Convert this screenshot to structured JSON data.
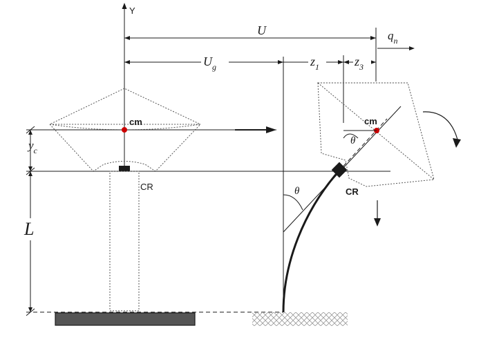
{
  "labels": {
    "y_axis": "Y",
    "U": "U",
    "q": "q",
    "q_sub": "n",
    "Ug": "U",
    "Ug_sub": "g",
    "z1": "z",
    "z1_sub": "1",
    "z3": "z",
    "z3_sub": "3",
    "cm_left": "cm",
    "cm_right": "cm",
    "yc": "y",
    "yc_sub": "c",
    "L": "L",
    "CR_left": "CR",
    "CR_right": "CR",
    "theta_upper": "θ",
    "theta_lower": "θ"
  },
  "colors": {
    "line": "#1a1a1a",
    "dotted": "#555555",
    "cm_dot": "#cc0000",
    "base_fill": "#555555",
    "ground_hatch": "#9a9a9a"
  }
}
